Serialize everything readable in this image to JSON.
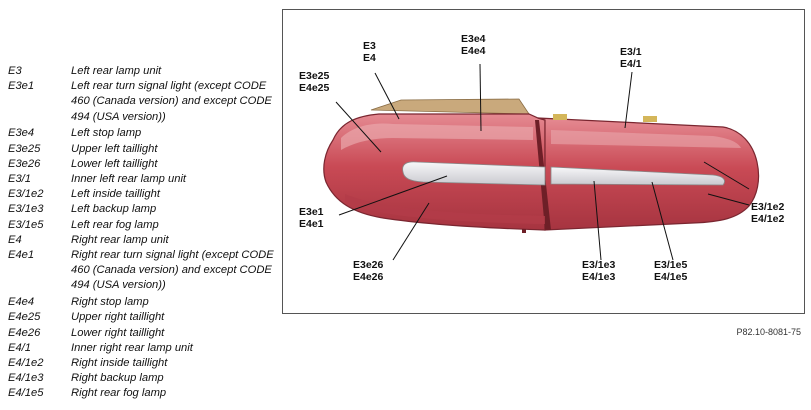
{
  "legend": [
    {
      "code": "E3",
      "desc": "Left rear lamp unit"
    },
    {
      "code": "E3e1",
      "desc": "Left rear turn signal light (except CODE 460 (Canada version) and except CODE 494 (USA version))"
    },
    {
      "code": "E3e4",
      "desc": "Left stop lamp"
    },
    {
      "code": "E3e25",
      "desc": "Upper left taillight"
    },
    {
      "code": "E3e26",
      "desc": "Lower left taillight"
    },
    {
      "code": "E3/1",
      "desc": "Inner left rear lamp unit"
    },
    {
      "code": "E3/1e2",
      "desc": "Left inside taillight"
    },
    {
      "code": "E3/1e3",
      "desc": "Left backup lamp"
    },
    {
      "code": "E3/1e5",
      "desc": "Left rear fog lamp"
    },
    {
      "code": "E4",
      "desc": "Right rear lamp unit"
    },
    {
      "code": "E4e1",
      "desc": "Right rear turn signal light (except CODE 460 (Canada version) and except CODE 494 (USA version))"
    },
    {
      "code": "E4e4",
      "desc": "Right stop lamp"
    },
    {
      "code": "E4e25",
      "desc": "Upper right taillight"
    },
    {
      "code": "E4e26",
      "desc": "Lower right taillight"
    },
    {
      "code": "E4/1",
      "desc": "Inner right rear lamp unit"
    },
    {
      "code": "E4/1e2",
      "desc": "Right inside taillight"
    },
    {
      "code": "E4/1e3",
      "desc": "Right backup lamp"
    },
    {
      "code": "E4/1e5",
      "desc": "Right rear fog lamp"
    }
  ],
  "callouts": {
    "e3_e4": [
      "E3",
      "E4"
    ],
    "e3e4_e4e4": [
      "E3e4",
      "E4e4"
    ],
    "e31_e41": [
      "E3/1",
      "E4/1"
    ],
    "e3e25_e4e25": [
      "E3e25",
      "E4e25"
    ],
    "e3e1_e4e1": [
      "E3e1",
      "E4e1"
    ],
    "e3e26_e4e26": [
      "E3e26",
      "E4e26"
    ],
    "e31e3_e41e3": [
      "E3/1e3",
      "E4/1e3"
    ],
    "e31e5_e41e5": [
      "E3/1e5",
      "E4/1e5"
    ],
    "e31e2_e41e2": [
      "E3/1e2",
      "E4/1e2"
    ]
  },
  "caption": "P82.10-8081-75",
  "colors": {
    "lens": "#c94a55",
    "lens_dark": "#8e2a33",
    "housing": "#c9a97c",
    "strip": "#e9e9ec"
  }
}
